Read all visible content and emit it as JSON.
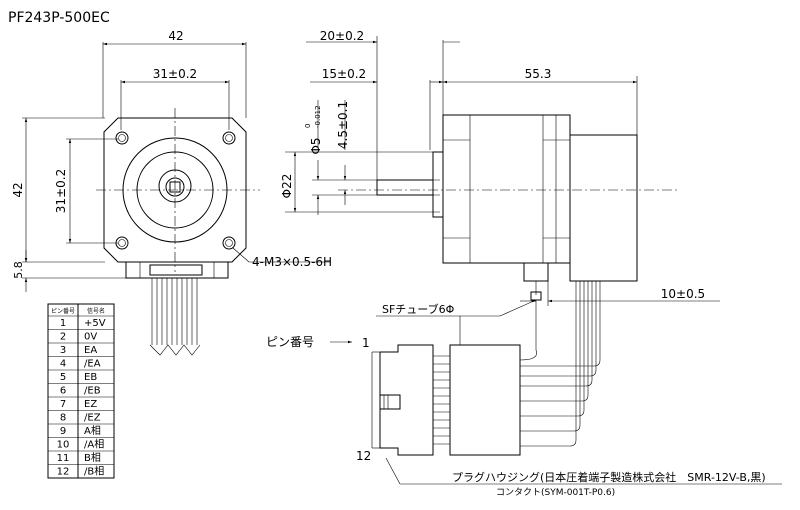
{
  "model": "PF243P-500EC",
  "dims": {
    "width_total": "42",
    "hole_pitch": "31±0.2",
    "height_total": "42",
    "hole_pitch_v": "31±0.2",
    "offset": "5.8",
    "shaft_len_20": "20±0.2",
    "shaft_len_15": "15±0.2",
    "body_len": "55.3",
    "flat": "4.5±0.1",
    "shaft_dia": "Φ5",
    "shaft_tol_upper": "0",
    "shaft_tol_lower": "-0.012",
    "pilot_dia": "Φ22",
    "cable_len": "10±0.5",
    "mount_holes": "4-M3×0.5-6H"
  },
  "labels": {
    "sf_tube": "SFチューブ6Φ",
    "pin_number": "ピン番号",
    "pin_first": "1",
    "pin_last": "12",
    "plug_housing": "プラグハウジング(日本圧着端子製造株式会社　SMR-12V-B,黒)",
    "contact": "コンタクト(SYM-001T-P0.6)"
  },
  "pin_table": {
    "headers": [
      "ピン番号",
      "信号名"
    ],
    "rows": [
      [
        "1",
        "+5V"
      ],
      [
        "2",
        "0V"
      ],
      [
        "3",
        "EA"
      ],
      [
        "4",
        "/EA"
      ],
      [
        "5",
        "EB"
      ],
      [
        "6",
        "/EB"
      ],
      [
        "7",
        "EZ"
      ],
      [
        "8",
        "/EZ"
      ],
      [
        "9",
        "A相"
      ],
      [
        "10",
        "/A相"
      ],
      [
        "11",
        "B相"
      ],
      [
        "12",
        "/B相"
      ]
    ]
  }
}
